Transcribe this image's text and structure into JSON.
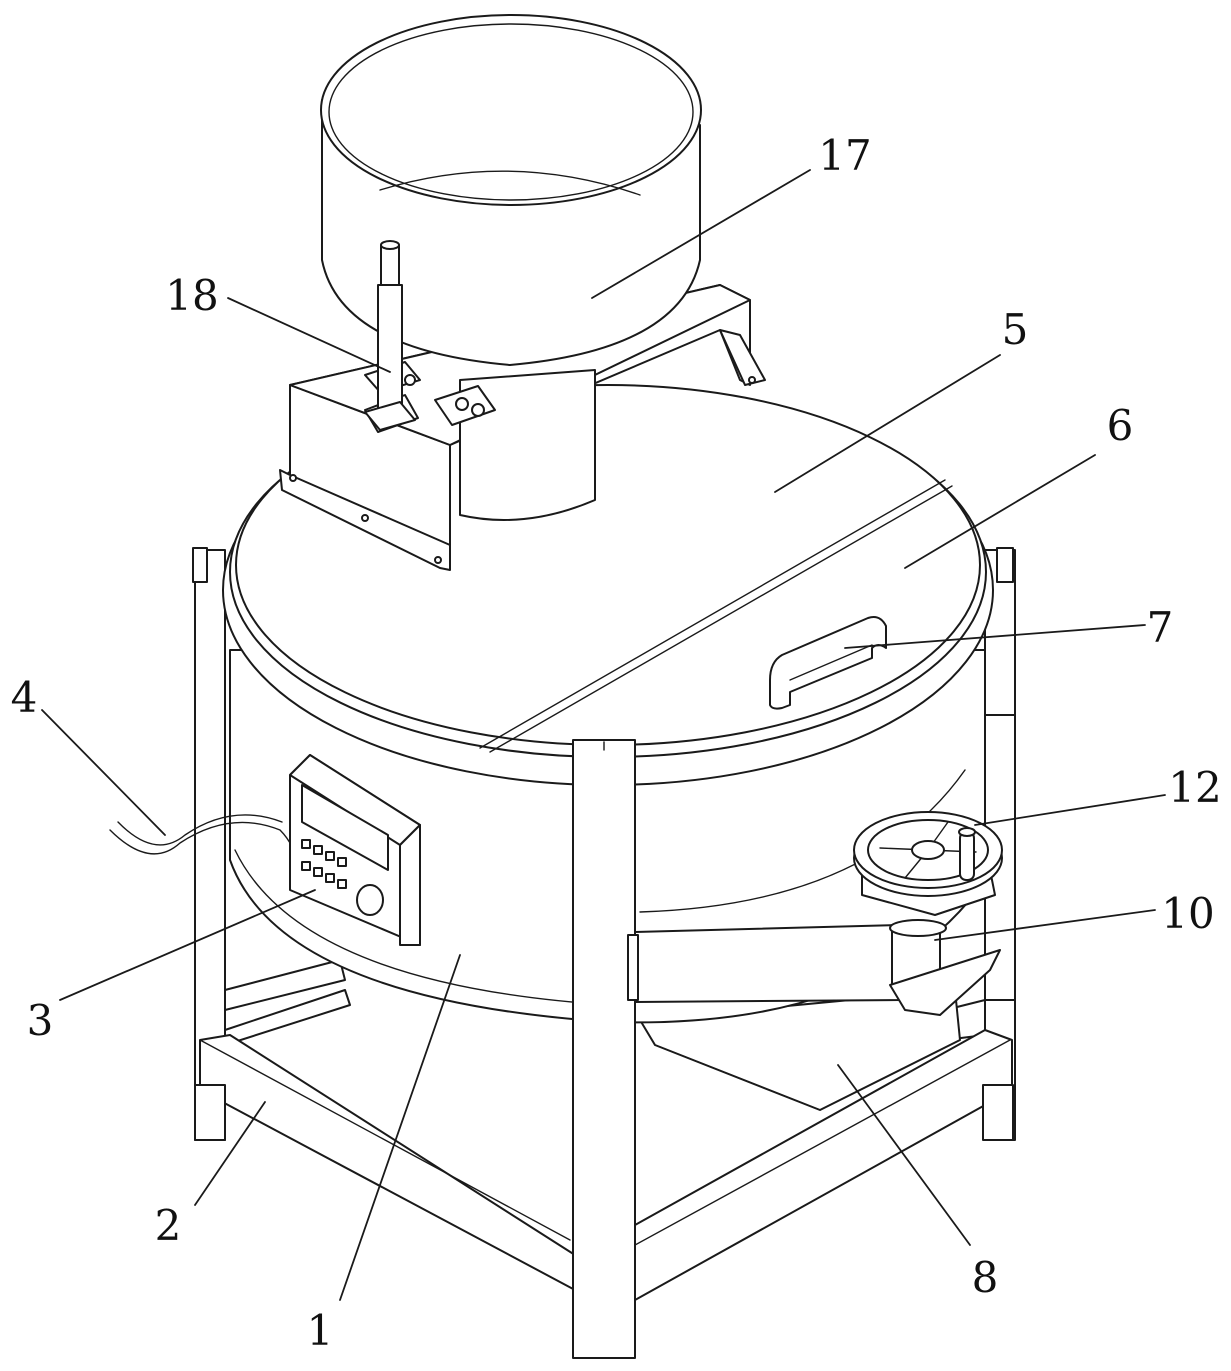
{
  "labels": [
    {
      "id": "1",
      "text": "1"
    },
    {
      "id": "2",
      "text": "2"
    },
    {
      "id": "3",
      "text": "3"
    },
    {
      "id": "4",
      "text": "4"
    },
    {
      "id": "5",
      "text": "5"
    },
    {
      "id": "6",
      "text": "6"
    },
    {
      "id": "7",
      "text": "7"
    },
    {
      "id": "8",
      "text": "8"
    },
    {
      "id": "10",
      "text": "10"
    },
    {
      "id": "12",
      "text": "12"
    },
    {
      "id": "17",
      "text": "17"
    },
    {
      "id": "18",
      "text": "18"
    }
  ]
}
